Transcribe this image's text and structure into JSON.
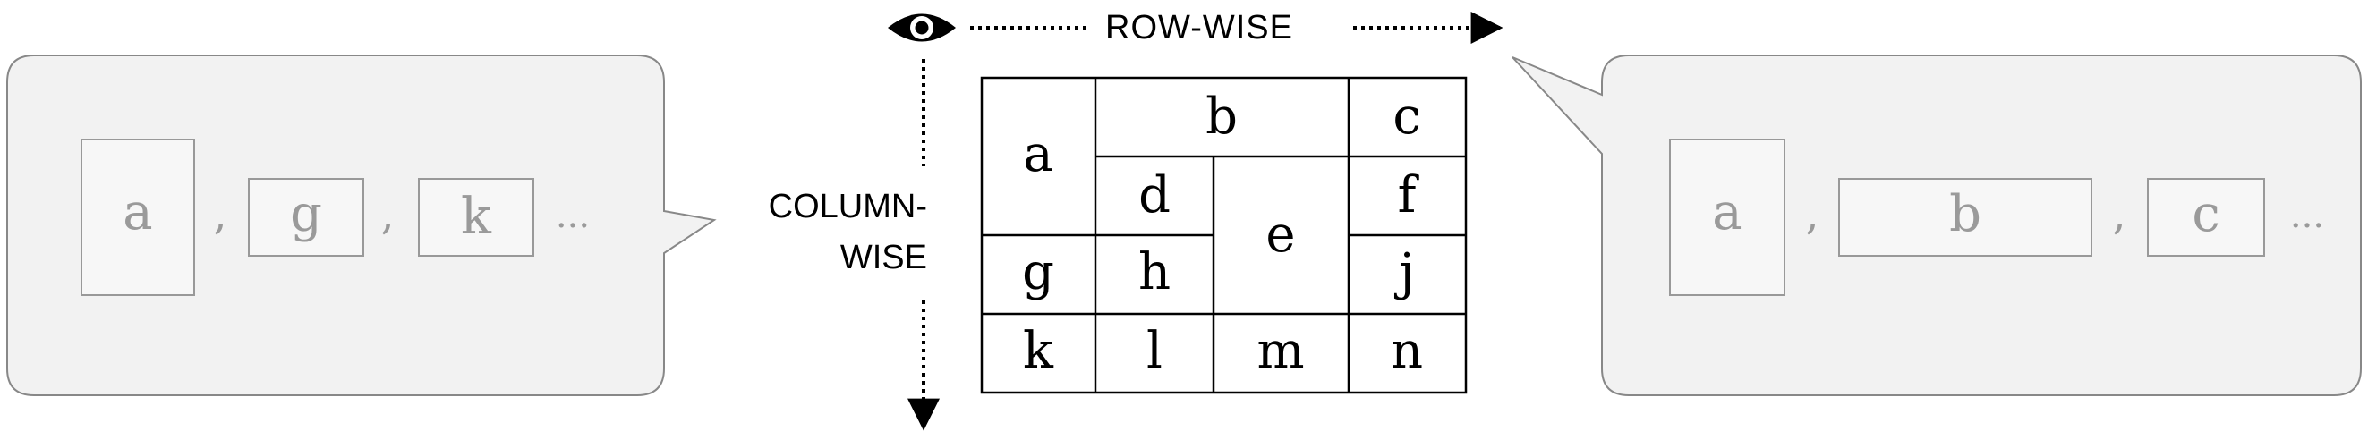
{
  "labels": {
    "row_wise": "ROW-WISE",
    "column_wise_line1": "COLUMN-",
    "column_wise_line2": "WISE"
  },
  "icons": {
    "reader": "eye-icon"
  },
  "table": {
    "cells": [
      "a",
      "b",
      "c",
      "d",
      "e",
      "f",
      "g",
      "h",
      "j",
      "k",
      "l",
      "m",
      "n"
    ]
  },
  "column_wise_sequence": {
    "items": [
      "a",
      "g",
      "k"
    ],
    "separator": ",",
    "ellipsis": "..."
  },
  "row_wise_sequence": {
    "items": [
      "a",
      "b",
      "c"
    ],
    "separator": ",",
    "ellipsis": "..."
  },
  "colors": {
    "ink": "#000000",
    "bubble_fill": "#f2f2f2",
    "bubble_stroke": "#888888",
    "faded_text": "#9a9a9a",
    "faded_box_stroke": "#999999",
    "faded_box_fill": "#f7f7f7"
  }
}
